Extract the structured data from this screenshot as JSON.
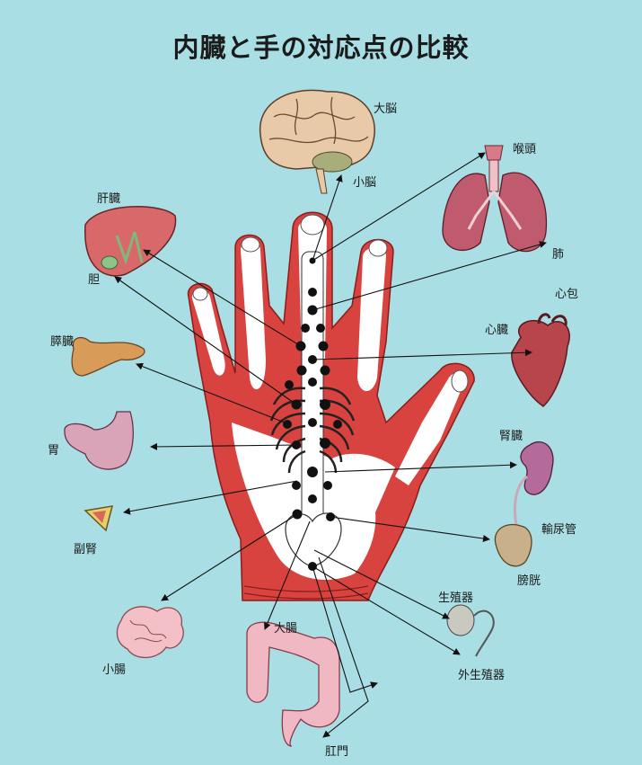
{
  "title": "内臓と手の対応点の比較",
  "labels": {
    "brain": "大脳",
    "cerebellum": "小脳",
    "larynx": "喉頭",
    "liver": "肝臓",
    "lung": "肺",
    "gallbladder": "胆",
    "pericardium": "心包",
    "heart": "心臓",
    "pancreas": "膵臓",
    "kidney": "腎臓",
    "stomach": "胃",
    "ureter": "輸尿管",
    "adrenal": "副腎",
    "bladder": "膀胱",
    "genitals": "生殖器",
    "large_intestine": "大腸",
    "small_intestine": "小腸",
    "external_genitals": "外生殖器",
    "anus": "肛門"
  },
  "colors": {
    "background": "#a9dfe4",
    "hand": "#d9433f",
    "point": "#111111"
  }
}
